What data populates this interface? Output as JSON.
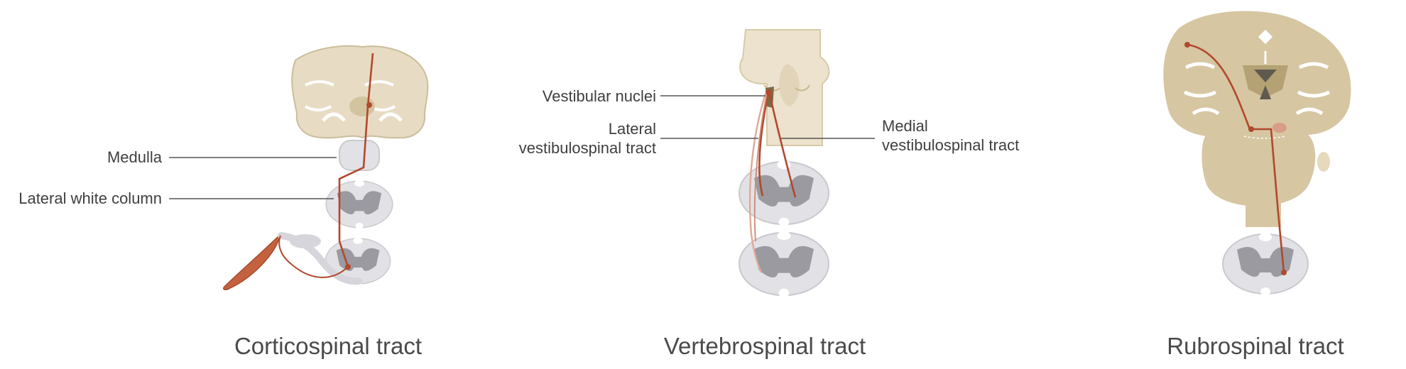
{
  "panels": [
    {
      "title": "Corticospinal tract",
      "labels": [
        "Medulla",
        "Lateral white column"
      ]
    },
    {
      "title": "Vertebrospinal tract",
      "labels": [
        "Vestibular nuclei",
        "Lateral\nvestibulospinal tract",
        "Medial\nvestibulospinal tract"
      ]
    },
    {
      "title": "Rubrospinal tract",
      "labels": []
    }
  ],
  "colors": {
    "brain": "#e7dcc3",
    "brain_dark": "#d3c39f",
    "cerebellum_tan": "#d6c6a2",
    "cord_white": "#e2e2e6",
    "cord_gray": "#9a9aa0",
    "tract": "#b2482c",
    "muscle": "#c4623f"
  },
  "icons": [
    "coronal-brain-icon",
    "medulla-icon",
    "spinal-cord-section-icon",
    "muscle-icon",
    "brainstem-icon",
    "brain-brainstem-icon"
  ]
}
